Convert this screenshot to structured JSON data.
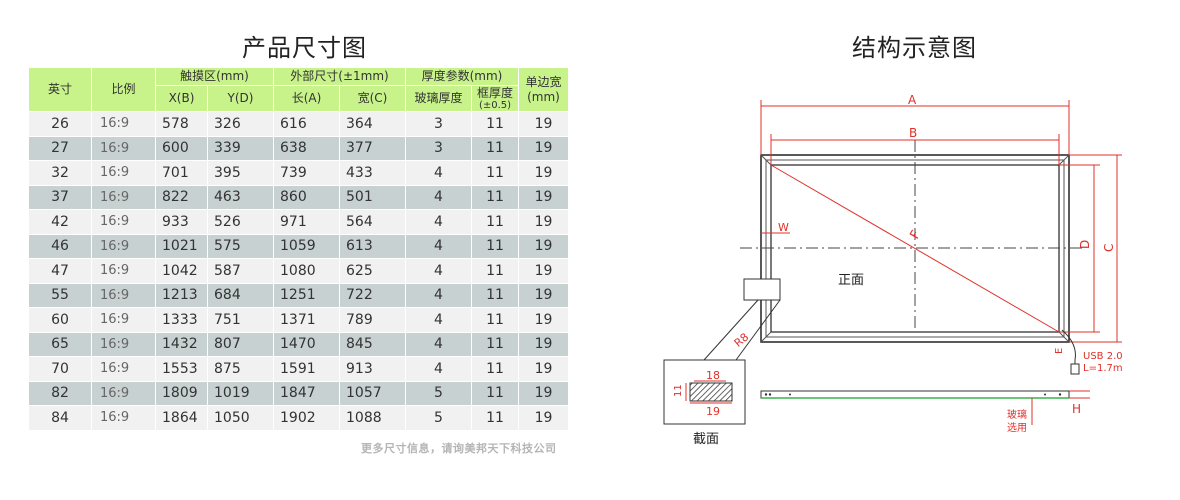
{
  "table": {
    "title": "产品尺寸图",
    "headers": {
      "size": "英寸",
      "ratio": "比例",
      "touch_area": "触摸区(mm)",
      "touch_x": "X(B)",
      "touch_y": "Y(D)",
      "outer": "外部尺寸(±1mm)",
      "outer_len": "长(A)",
      "outer_wid": "宽(C)",
      "thickness": "厚度参数(mm)",
      "glass": "玻璃厚度",
      "frame": "框厚度",
      "frame_tol": "(±0.5)",
      "single": "单边宽",
      "single_unit": "(mm)"
    },
    "rows": [
      [
        "26",
        "16:9",
        "578",
        "326",
        "616",
        "364",
        "3",
        "11",
        "19"
      ],
      [
        "27",
        "16:9",
        "600",
        "339",
        "638",
        "377",
        "3",
        "11",
        "19"
      ],
      [
        "32",
        "16:9",
        "701",
        "395",
        "739",
        "433",
        "4",
        "11",
        "19"
      ],
      [
        "37",
        "16:9",
        "822",
        "463",
        "860",
        "501",
        "4",
        "11",
        "19"
      ],
      [
        "42",
        "16:9",
        "933",
        "526",
        "971",
        "564",
        "4",
        "11",
        "19"
      ],
      [
        "46",
        "16:9",
        "1021",
        "575",
        "1059",
        "613",
        "4",
        "11",
        "19"
      ],
      [
        "47",
        "16:9",
        "1042",
        "587",
        "1080",
        "625",
        "4",
        "11",
        "19"
      ],
      [
        "55",
        "16:9",
        "1213",
        "684",
        "1251",
        "722",
        "4",
        "11",
        "19"
      ],
      [
        "60",
        "16:9",
        "1333",
        "751",
        "1371",
        "789",
        "4",
        "11",
        "19"
      ],
      [
        "65",
        "16:9",
        "1432",
        "807",
        "1470",
        "845",
        "4",
        "11",
        "19"
      ],
      [
        "70",
        "16:9",
        "1553",
        "875",
        "1591",
        "913",
        "4",
        "11",
        "19"
      ],
      [
        "82",
        "16:9",
        "1809",
        "1019",
        "1847",
        "1057",
        "5",
        "11",
        "19"
      ],
      [
        "84",
        "16:9",
        "1864",
        "1050",
        "1902",
        "1088",
        "5",
        "11",
        "19"
      ]
    ],
    "footnote": "更多尺寸信息，请询美邦天下科技公司"
  },
  "diagram": {
    "title": "结构示意图",
    "label_a": "A",
    "label_b": "B",
    "label_c": "C",
    "label_d": "D",
    "label_f": "F",
    "label_w": "W",
    "label_h": "H",
    "label_r8": "R8",
    "label_e": "E",
    "front": "正面",
    "usb": "USB 2.0",
    "cable_len": "L=1.7m",
    "section": "截面",
    "section_top": "18",
    "section_bottom": "19",
    "section_side": "11",
    "glass_option_1": "玻璃",
    "glass_option_2": "选用",
    "colors": {
      "header": "#c8f28a",
      "row_even": "#c7d1d1",
      "row_odd": "#f1f1f1",
      "dimension": "#e0302a"
    }
  }
}
